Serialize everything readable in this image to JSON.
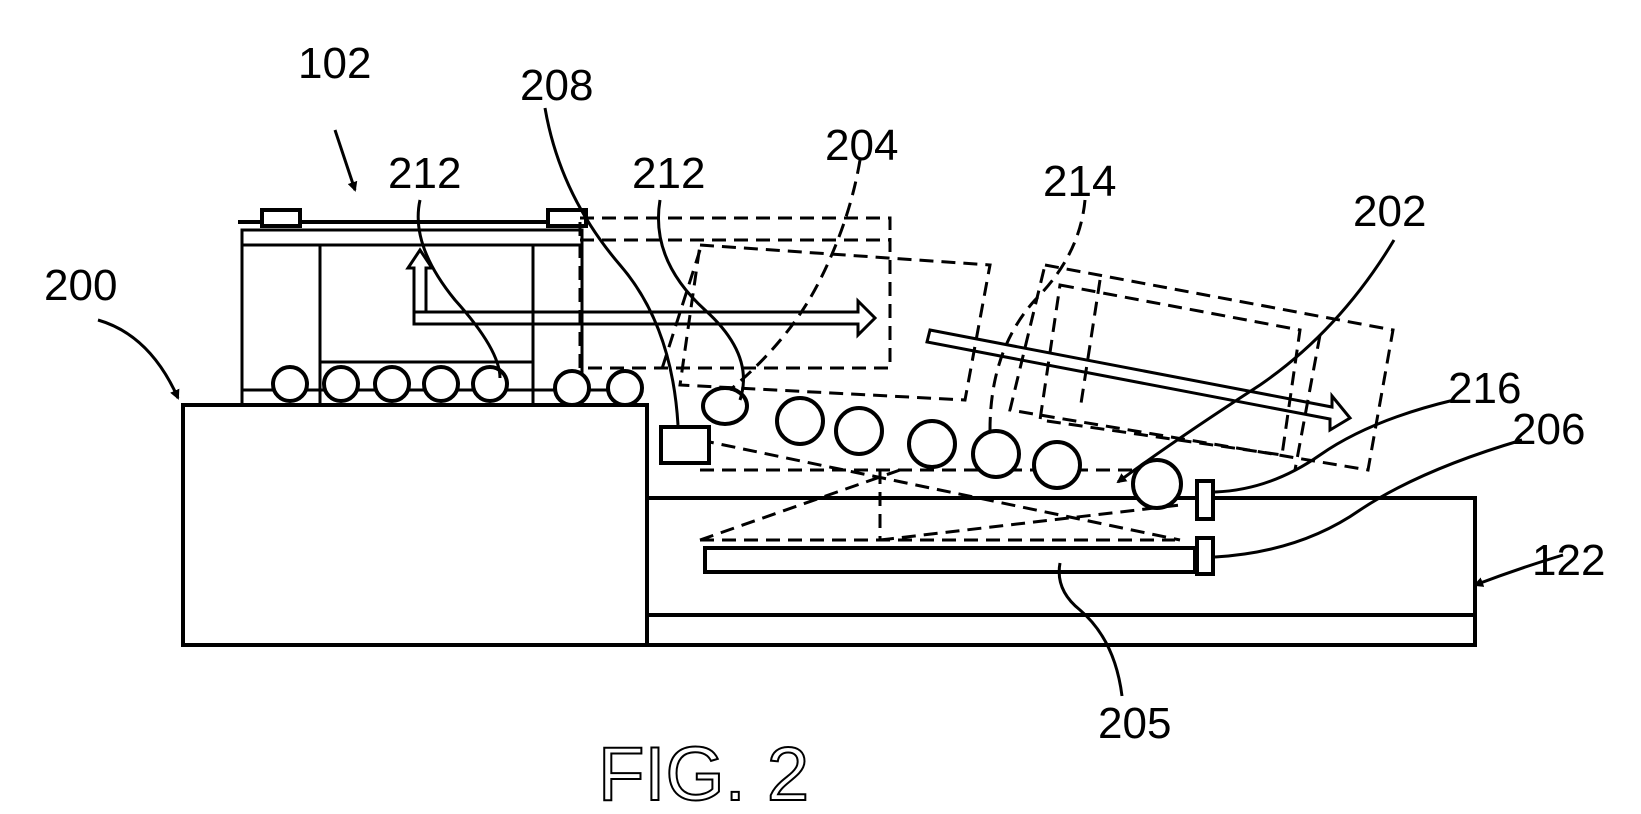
{
  "figure": {
    "caption": "FIG. 2",
    "labels": {
      "l102": "102",
      "l208": "208",
      "l212a": "212",
      "l212b": "212",
      "l204": "204",
      "l214": "214",
      "l202": "202",
      "l200": "200",
      "l216": "216",
      "l206": "206",
      "l122": "122",
      "l205": "205"
    }
  }
}
